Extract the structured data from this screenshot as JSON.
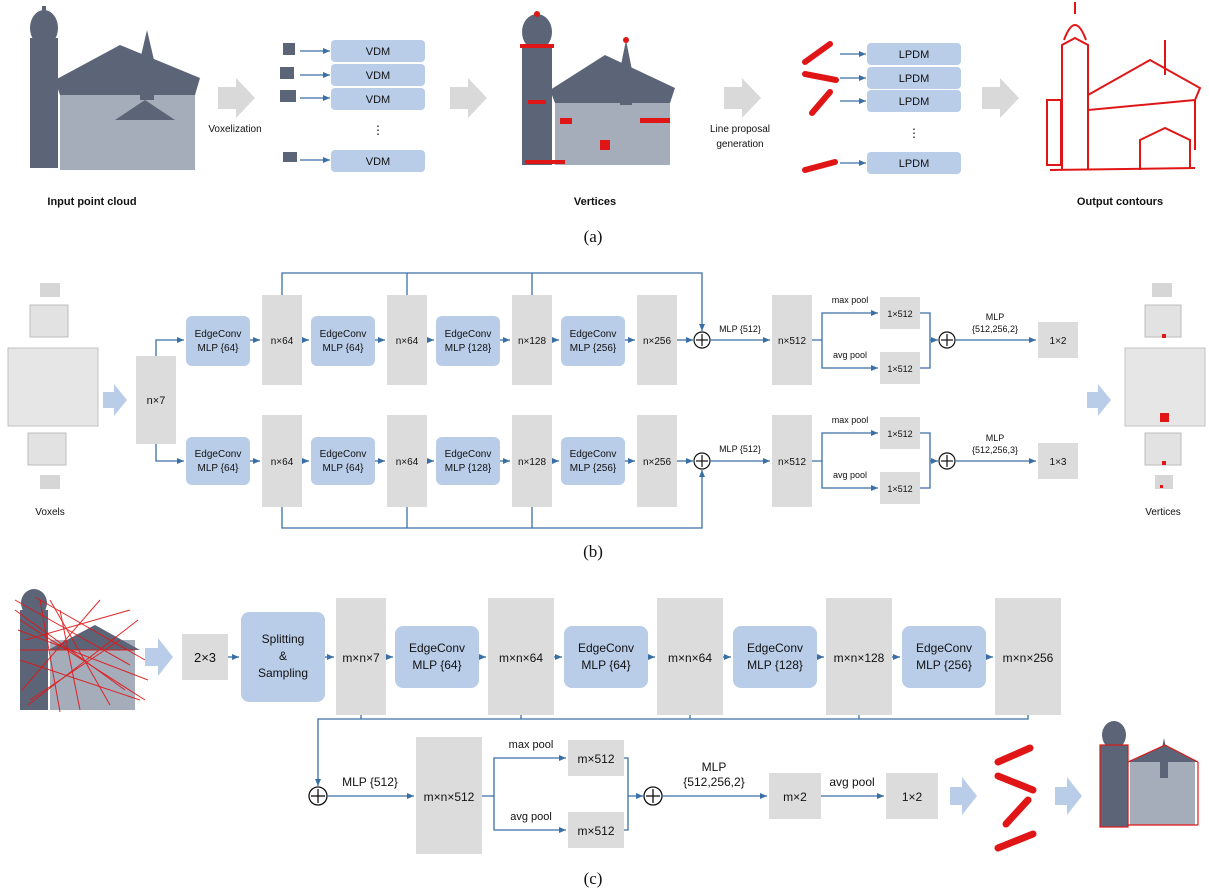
{
  "panel_a": {
    "input_label": "Input point cloud",
    "voxelization": "Voxelization",
    "vdm": [
      "VDM",
      "VDM",
      "VDM",
      "VDM"
    ],
    "vdm_dots": "⋮",
    "vertices_label": "Vertices",
    "line_proposal_1": "Line proposal",
    "line_proposal_2": "generation",
    "lpdm": [
      "LPDM",
      "LPDM",
      "LPDM",
      "LPDM"
    ],
    "lpdm_dots": "⋮",
    "output_label": "Output contours",
    "caption": "(a)"
  },
  "panel_b": {
    "voxels_label": "Voxels",
    "vertices_label": "Vertices",
    "input_feat": "n×7",
    "edgeconv": "EdgeConv",
    "mlp_64": "MLP {64}",
    "mlp_128": "MLP {128}",
    "mlp_256": "MLP {256}",
    "feat_64": "n×64",
    "feat_128": "n×128",
    "feat_256": "n×256",
    "mlp_512": "MLP {512}",
    "feat_512": "n×512",
    "max_pool": "max pool",
    "avg_pool": "avg pool",
    "pool_out": "1×512",
    "head_mlp": "MLP",
    "head_top_dims": "{512,256,2}",
    "head_bottom_dims": "{512,256,3}",
    "out_top": "1×2",
    "out_bottom": "1×3",
    "caption": "(b)"
  },
  "panel_c": {
    "input_dims": "2×3",
    "split_1": "Splitting",
    "split_2": "&",
    "split_3": "Sampling",
    "feat_7": "m×n×7",
    "feat_64a": "m×n×64",
    "feat_64b": "m×n×64",
    "feat_128": "m×n×128",
    "feat_256": "m×n×256",
    "edgeconv": "EdgeConv",
    "mlp_64": "MLP {64}",
    "mlp_128": "MLP {128}",
    "mlp_256": "MLP {256}",
    "mlp_512": "MLP {512}",
    "feat_512": "m×n×512",
    "max_pool": "max pool",
    "avg_pool": "avg pool",
    "pool_out": "m×512",
    "head_mlp": "MLP",
    "head_dims": "{512,256,2}",
    "m2": "m×2",
    "avg_pool_final": "avg pool",
    "final_out": "1×2",
    "caption": "(c)"
  },
  "colors": {
    "module": "#b9cde8",
    "feature": "#dcdcdc",
    "line": "#3a6fa6",
    "contour": "#e01616"
  }
}
